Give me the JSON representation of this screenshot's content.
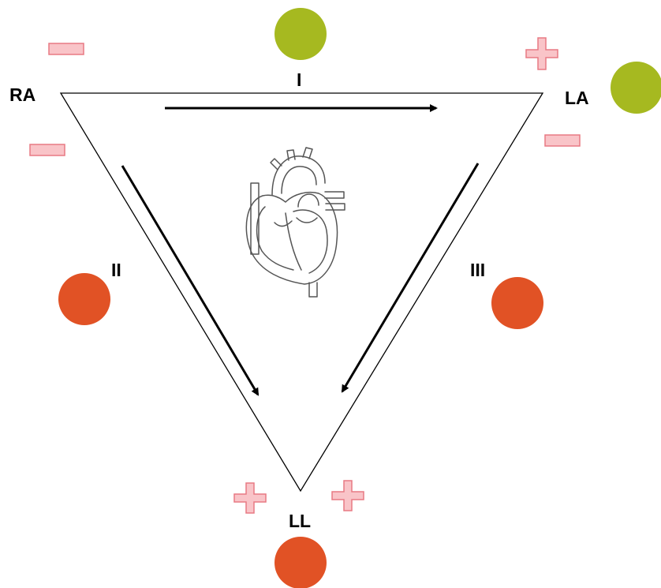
{
  "labels": {
    "ra": "RA",
    "la": "LA",
    "ll": "LL",
    "lead_i": "I",
    "lead_ii": "II",
    "lead_iii": "III"
  },
  "colors": {
    "green_electrode": "#a6b920",
    "red_electrode": "#e15225",
    "sign_fill": "#f9c4c8",
    "sign_stroke": "#e87a84",
    "line": "#000000"
  },
  "polarity": {
    "lead_i": {
      "ra_side": "minus",
      "la_side": "plus"
    },
    "lead_ii": {
      "ra_side": "minus",
      "ll_side": "plus"
    },
    "lead_iii": {
      "la_side": "minus",
      "ll_side": "plus"
    }
  },
  "icons": {
    "center": "heart-icon",
    "minus": "minus-sign-icon",
    "plus": "plus-sign-icon",
    "electrode": "electrode-dot-icon"
  }
}
